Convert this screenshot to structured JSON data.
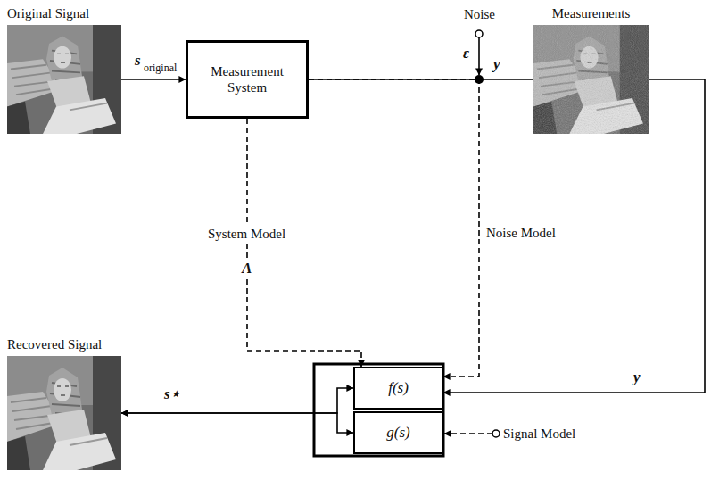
{
  "diagram": {
    "nodes": [
      {
        "text": [
          "Original Signal"
        ]
      },
      {
        "text": [
          "Measurement System"
        ]
      },
      {
        "text": [
          "Measurements"
        ]
      },
      {
        "text": [
          "f(s)"
        ]
      },
      {
        "text": [
          "g(s)"
        ]
      },
      {
        "text": [
          "Recovered Signal"
        ]
      }
    ],
    "edges": [
      {
        "from": 0,
        "to": 1,
        "arrow": "to",
        "label": "s"
      },
      {
        "from": 1,
        "to": 2,
        "arrow": "none",
        "label": "y"
      },
      {
        "from": 1,
        "to": 3,
        "arrow": "to",
        "label": "System Model"
      },
      {
        "from": 1,
        "to": 3,
        "arrow": "to",
        "label": "Noise Model"
      },
      {
        "from": 2,
        "to": 3,
        "arrow": "to",
        "label": "y"
      },
      {
        "from": 3,
        "to": 5,
        "arrow": "both",
        "label": "s⋆"
      },
      {
        "from": 4,
        "to": 5,
        "arrow": "both"
      }
    ],
    "labels": [
      "original",
      "A",
      "Noise",
      "ε",
      "Signal Model"
    ]
  }
}
